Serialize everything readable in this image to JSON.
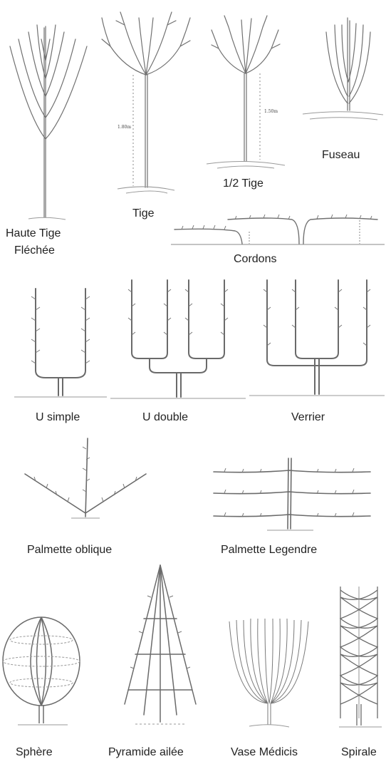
{
  "labels": {
    "haute_tige_line1": "Haute Tige",
    "haute_tige_line2": "Fléchée",
    "tige": "Tige",
    "demi_tige": "1/2 Tige",
    "fuseau": "Fuseau",
    "cordons": "Cordons",
    "u_simple": "U simple",
    "u_double": "U double",
    "verrier": "Verrier",
    "palmette_oblique": "Palmette oblique",
    "palmette_legendre": "Palmette Legendre",
    "sphere": "Sphère",
    "pyramide_ailee": "Pyramide ailée",
    "vase_medicis": "Vase Médicis",
    "spirale": "Spirale"
  },
  "measurements": {
    "tige_height": "1.80m",
    "demi_tige_height": "1.50m"
  },
  "colors": {
    "drawing_stroke": "#6a6a6a",
    "text": "#222222"
  }
}
